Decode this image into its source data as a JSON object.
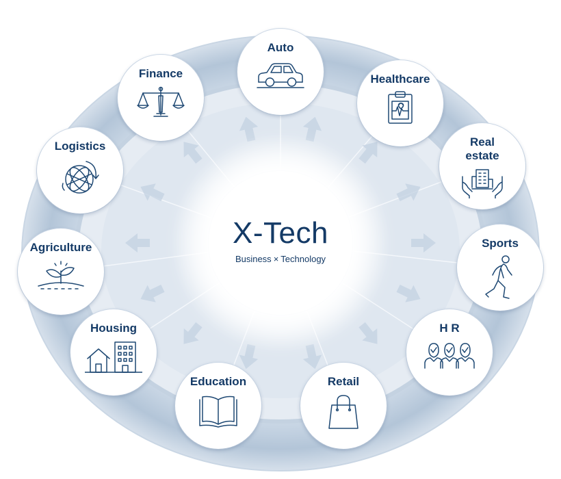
{
  "hub": {
    "title": "X-Tech",
    "subtitle_left": "Business",
    "subtitle_sep": "×",
    "subtitle_right": "Technology"
  },
  "nodes": [
    {
      "id": "auto",
      "label": "Auto",
      "icon": "car-icon"
    },
    {
      "id": "healthcare",
      "label": "Healthcare",
      "icon": "medical-chart-icon"
    },
    {
      "id": "real-estate",
      "label": "Real\nestate",
      "icon": "building-in-hands-icon"
    },
    {
      "id": "sports",
      "label": "Sports",
      "icon": "runner-icon"
    },
    {
      "id": "hr",
      "label": "H R",
      "icon": "people-check-icon"
    },
    {
      "id": "retail",
      "label": "Retail",
      "icon": "shopping-bag-icon"
    },
    {
      "id": "education",
      "label": "Education",
      "icon": "open-book-icon"
    },
    {
      "id": "housing",
      "label": "Housing",
      "icon": "house-building-icon"
    },
    {
      "id": "agriculture",
      "label": "Agriculture",
      "icon": "sprout-icon"
    },
    {
      "id": "logistics",
      "label": "Logistics",
      "icon": "globe-icon"
    },
    {
      "id": "finance",
      "label": "Finance",
      "icon": "scales-icon"
    }
  ],
  "colors": {
    "text": "#143a66",
    "icon": "#1e4873",
    "ring_outer": "#d9e3ee",
    "ring_inner": "#b7c8da",
    "arrow": "#c3d2e2"
  }
}
